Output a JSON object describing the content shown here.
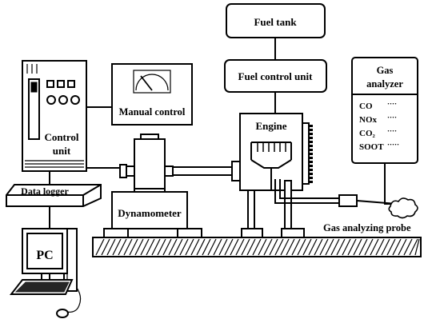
{
  "labels": {
    "fuel_tank": "Fuel tank",
    "fuel_control_unit": "Fuel control unit",
    "gas_analyzer_line1": "Gas",
    "gas_analyzer_line2": "analyzer",
    "manual_control": "Manual control",
    "control_unit_line1": "Control",
    "control_unit_line2": "unit",
    "engine": "Engine",
    "data_logger": "Data logger",
    "dynamometer": "Dynamometer",
    "gas_analyzing_probe": "Gas analyzing probe",
    "pc": "PC"
  },
  "gas_readings": [
    {
      "name": "CO",
      "value": "····"
    },
    {
      "name": "NOx",
      "value": "····"
    },
    {
      "name": "CO₂",
      "value": "····"
    },
    {
      "name": "SOOT",
      "value": "·····"
    }
  ]
}
